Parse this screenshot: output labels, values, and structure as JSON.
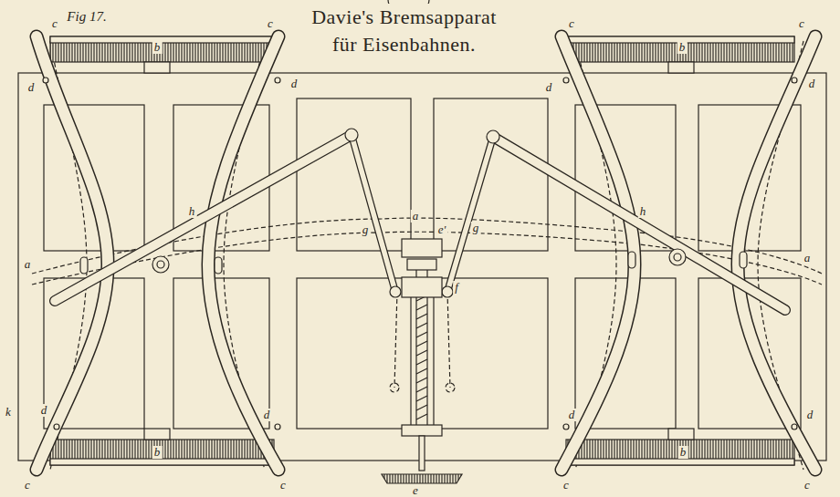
{
  "diagram": {
    "title": "Davie's Bremsapparat für Eisenbahnen.",
    "labels": [
      "Fig 17.",
      "c",
      "c",
      "b",
      "c",
      "c",
      "b",
      "d",
      "d",
      "d",
      "d",
      "h",
      "a",
      "g",
      "g",
      "h",
      "e'",
      "a",
      "f",
      "a",
      "k",
      "d",
      "d",
      "d",
      "d",
      "b",
      "b",
      "c",
      "c",
      "c",
      "c",
      "e"
    ]
  }
}
